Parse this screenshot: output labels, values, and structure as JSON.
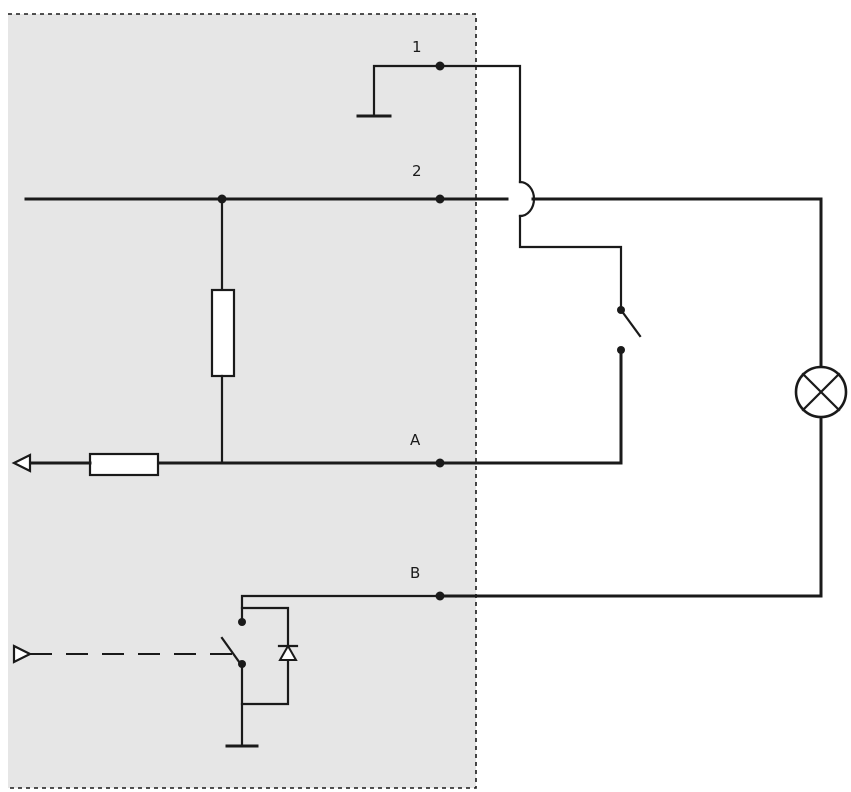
{
  "colors": {
    "device_background": "#e6e6e6",
    "line": "#1a1a1a",
    "page_background": "#ffffff"
  },
  "terminals": {
    "t1": "1",
    "t2": "2",
    "tA": "A",
    "tB": "B"
  },
  "components": {
    "ground_top": "ground-icon",
    "ground_bottom": "ground-icon",
    "pullup_resistor": "resistor-icon",
    "series_resistor": "resistor-icon",
    "external_switch": "switch-icon",
    "lamp": "lamp-icon",
    "relay_switch": "switch-icon",
    "diode": "diode-icon",
    "input_arrow": "arrow-left-icon",
    "control_arrow": "arrow-right-icon"
  }
}
